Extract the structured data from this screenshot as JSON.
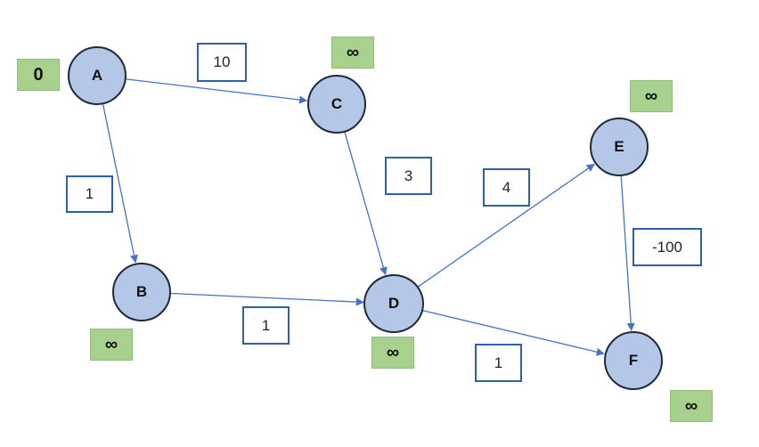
{
  "colors": {
    "node_fill": "#b4c7e7",
    "node_border": "#1f2a3a",
    "edge": "#4472c4",
    "distance_fill": "#a9d18e",
    "weight_border": "#2e5fa8"
  },
  "nodes": [
    {
      "id": "A",
      "label": "A",
      "distance": "0"
    },
    {
      "id": "B",
      "label": "B",
      "distance": "∞"
    },
    {
      "id": "C",
      "label": "C",
      "distance": "∞"
    },
    {
      "id": "D",
      "label": "D",
      "distance": "∞"
    },
    {
      "id": "E",
      "label": "E",
      "distance": "∞"
    },
    {
      "id": "F",
      "label": "F",
      "distance": "∞"
    }
  ],
  "edges": [
    {
      "from": "A",
      "to": "C",
      "weight": "10"
    },
    {
      "from": "A",
      "to": "B",
      "weight": "1"
    },
    {
      "from": "C",
      "to": "D",
      "weight": "3"
    },
    {
      "from": "B",
      "to": "D",
      "weight": "1"
    },
    {
      "from": "D",
      "to": "E",
      "weight": "4"
    },
    {
      "from": "D",
      "to": "F",
      "weight": "1"
    },
    {
      "from": "E",
      "to": "F",
      "weight": "-100"
    }
  ]
}
